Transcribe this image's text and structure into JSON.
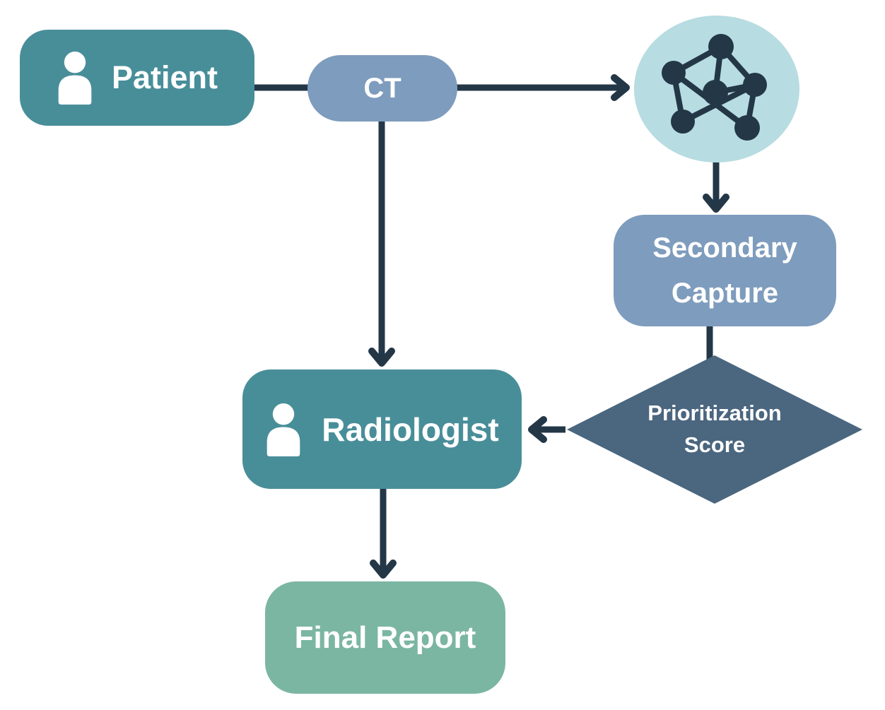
{
  "diagram": {
    "type": "flowchart",
    "background": "#ffffff",
    "arrow_color": "#233747",
    "nodes": {
      "patient": {
        "label": "Patient",
        "shape": "rounded-rect",
        "color": "#488E99",
        "text_color": "#ffffff",
        "icon": "person"
      },
      "ct": {
        "label": "CT",
        "shape": "pill",
        "color": "#7E9CBD",
        "text_color": "#ffffff"
      },
      "ai_model": {
        "label": "",
        "shape": "circle",
        "color": "#B7DCE1",
        "icon": "neural-network",
        "icon_color": "#233747"
      },
      "secondary_capture": {
        "label": "Secondary Capture",
        "shape": "rounded-rect",
        "color": "#7E9CBD",
        "text_color": "#ffffff"
      },
      "prioritization_score": {
        "label": "Prioritization Score",
        "shape": "diamond",
        "color": "#4B667F",
        "text_color": "#ffffff"
      },
      "radiologist": {
        "label": "Radiologist",
        "shape": "rounded-rect",
        "color": "#488E99",
        "text_color": "#ffffff",
        "icon": "person"
      },
      "final_report": {
        "label": "Final Report",
        "shape": "rounded-rect",
        "color": "#7BB6A2",
        "text_color": "#ffffff"
      }
    },
    "edges": [
      {
        "from": "patient",
        "to": "ct",
        "arrowhead": false
      },
      {
        "from": "ct",
        "to": "ai_model",
        "arrowhead": true
      },
      {
        "from": "ct",
        "to": "radiologist",
        "arrowhead": true
      },
      {
        "from": "ai_model",
        "to": "secondary_capture",
        "arrowhead": true
      },
      {
        "from": "secondary_capture",
        "to": "prioritization_score",
        "arrowhead": false
      },
      {
        "from": "prioritization_score",
        "to": "radiologist",
        "arrowhead": true
      },
      {
        "from": "radiologist",
        "to": "final_report",
        "arrowhead": true
      }
    ]
  }
}
